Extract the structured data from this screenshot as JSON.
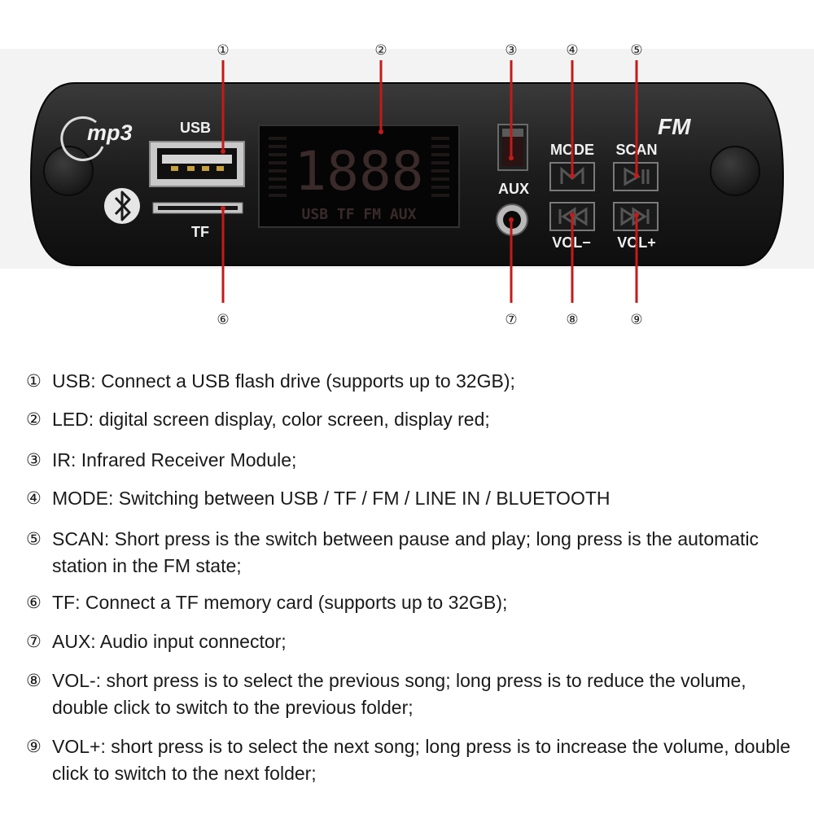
{
  "panel": {
    "brand_logo": "mp3",
    "fm_logo": "FM",
    "labels": {
      "usb": "USB",
      "tf": "TF",
      "aux": "AUX",
      "mode": "MODE",
      "scan": "SCAN",
      "vol_minus": "VOL−",
      "vol_plus": "VOL+"
    },
    "display": {
      "digits": "1888",
      "indicators": "USB TF FM AUX"
    },
    "icons": {
      "bluetooth": "bluetooth-icon",
      "mode_button": "mode-icon",
      "scan_button": "play-pause-icon",
      "vol_minus_button": "previous-track-icon",
      "vol_plus_button": "next-track-icon"
    }
  },
  "callouts": [
    "①",
    "②",
    "③",
    "④",
    "⑤",
    "⑥",
    "⑦",
    "⑧",
    "⑨"
  ],
  "descriptions": [
    {
      "marker": "①",
      "text": "USB: Connect a USB flash drive (supports up to 32GB);"
    },
    {
      "marker": "②",
      "text": "LED: digital screen display, color screen, display red;"
    },
    {
      "marker": "③",
      "text": "IR: Infrared Receiver Module;"
    },
    {
      "marker": "④",
      "text": "MODE: Switching between USB / TF / FM / LINE IN / BLUETOOTH"
    },
    {
      "marker": "⑤",
      "text": "SCAN: Short press is the switch between pause and play; long press is the automatic station in the FM state;"
    },
    {
      "marker": "⑥",
      "text": "TF: Connect a TF memory card (supports up to 32GB);"
    },
    {
      "marker": "⑦",
      "text": "AUX: Audio input connector;"
    },
    {
      "marker": "⑧",
      "text": "VOL-: short press is to select the previous song; long press is to reduce the volume, double click to switch to the previous folder;"
    },
    {
      "marker": "⑨",
      "text": "VOL+: short press is to select the next song; long press is to increase the volume, double click to switch to the next folder;"
    }
  ]
}
